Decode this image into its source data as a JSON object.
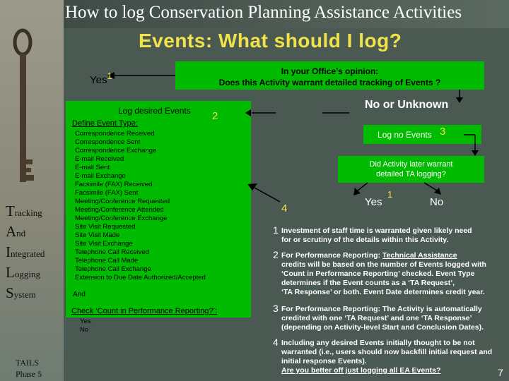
{
  "header": {
    "title": "How to log Conservation Planning Assistance Activities",
    "subtitle": "Events:  What should I log?"
  },
  "sidebar": {
    "acronym": [
      {
        "cap": "T",
        "rest": "racking"
      },
      {
        "cap": "A",
        "rest": "nd"
      },
      {
        "cap": "I",
        "rest": "ntegrated"
      },
      {
        "cap": "L",
        "rest": "ogging"
      },
      {
        "cap": "S",
        "rest": "ystem"
      }
    ],
    "tails": "TAILS",
    "phase": "Phase 5"
  },
  "flow": {
    "yes_label": "Yes",
    "yes_note": "1",
    "question_line1": "In your Office’s opinion:",
    "question_line2": "Does this Activity warrant detailed tracking of Events ?",
    "no_unknown": "No or Unknown",
    "log_none": "Log no Events",
    "log_none_note": "3",
    "later_line1": "Did Activity later warrant",
    "later_line2": "detailed TA logging?",
    "later_yes": "Yes",
    "later_yes_note": "1",
    "later_no": "No",
    "to_note4": "4"
  },
  "event_box": {
    "heading": "Log desired Events",
    "heading_note": "2",
    "define_type": "Define Event Type:",
    "types": [
      "Correspondence Received",
      "Correspondence Sent",
      "Correspondence Exchange",
      "E-mail Received",
      "E-mail Sent",
      "E-mail Exchange",
      "Facsimile (FAX) Received",
      "Facsimile (FAX) Sent",
      "Meeting/Conference Requested",
      "Meeting/Conference Attended",
      "Meeting/Conference Exchange",
      "Site Visit Requested",
      "Site Visit Made",
      "Site Visit Exchange",
      "Telephone Call Received",
      "Telephone Call Made",
      "Telephone Call Exchange",
      "Extension to Due Date Authorized/Accepted"
    ],
    "and": "And",
    "check": "Check ‘Count in Performance Reporting?’:",
    "option_yes": "Yes",
    "option_no": "No"
  },
  "notes": [
    {
      "num": "1",
      "lines": [
        "Investment of staff time is warranted given likely need",
        "for or scrutiny of the details within this Activity."
      ]
    },
    {
      "num": "2",
      "lead": "For Performance Reporting:  ",
      "lead_u": "Technical Assistance",
      "lines": [
        "credits will be based on the number of Events logged with",
        "‘Count in Performance Reporting’ checked. Event Type",
        "determines if the Event counts as a ‘TA Request’,",
        "‘TA Response’ or both.  Event Date determines credit year."
      ]
    },
    {
      "num": "3",
      "lines": [
        "For Performance Reporting: The Activity is automatically",
        "credited with one ‘TA Request’ and one ‘TA Response’",
        "(depending on Activity-level Start and Conclusion Dates)."
      ]
    },
    {
      "num": "4",
      "lines": [
        "Including any desired Events initially thought to be not",
        "warranted (i.e., users should now backfill initial request and",
        "initial response Events)."
      ],
      "last_u": "Are you better off just logging all EA Events?"
    }
  ],
  "page_number": "7",
  "colors": {
    "background": "#4a5a52",
    "box": "#00bb00",
    "title": "#ffffff",
    "subtitle": "#f2e24a",
    "footnote": "#f2e24a"
  }
}
